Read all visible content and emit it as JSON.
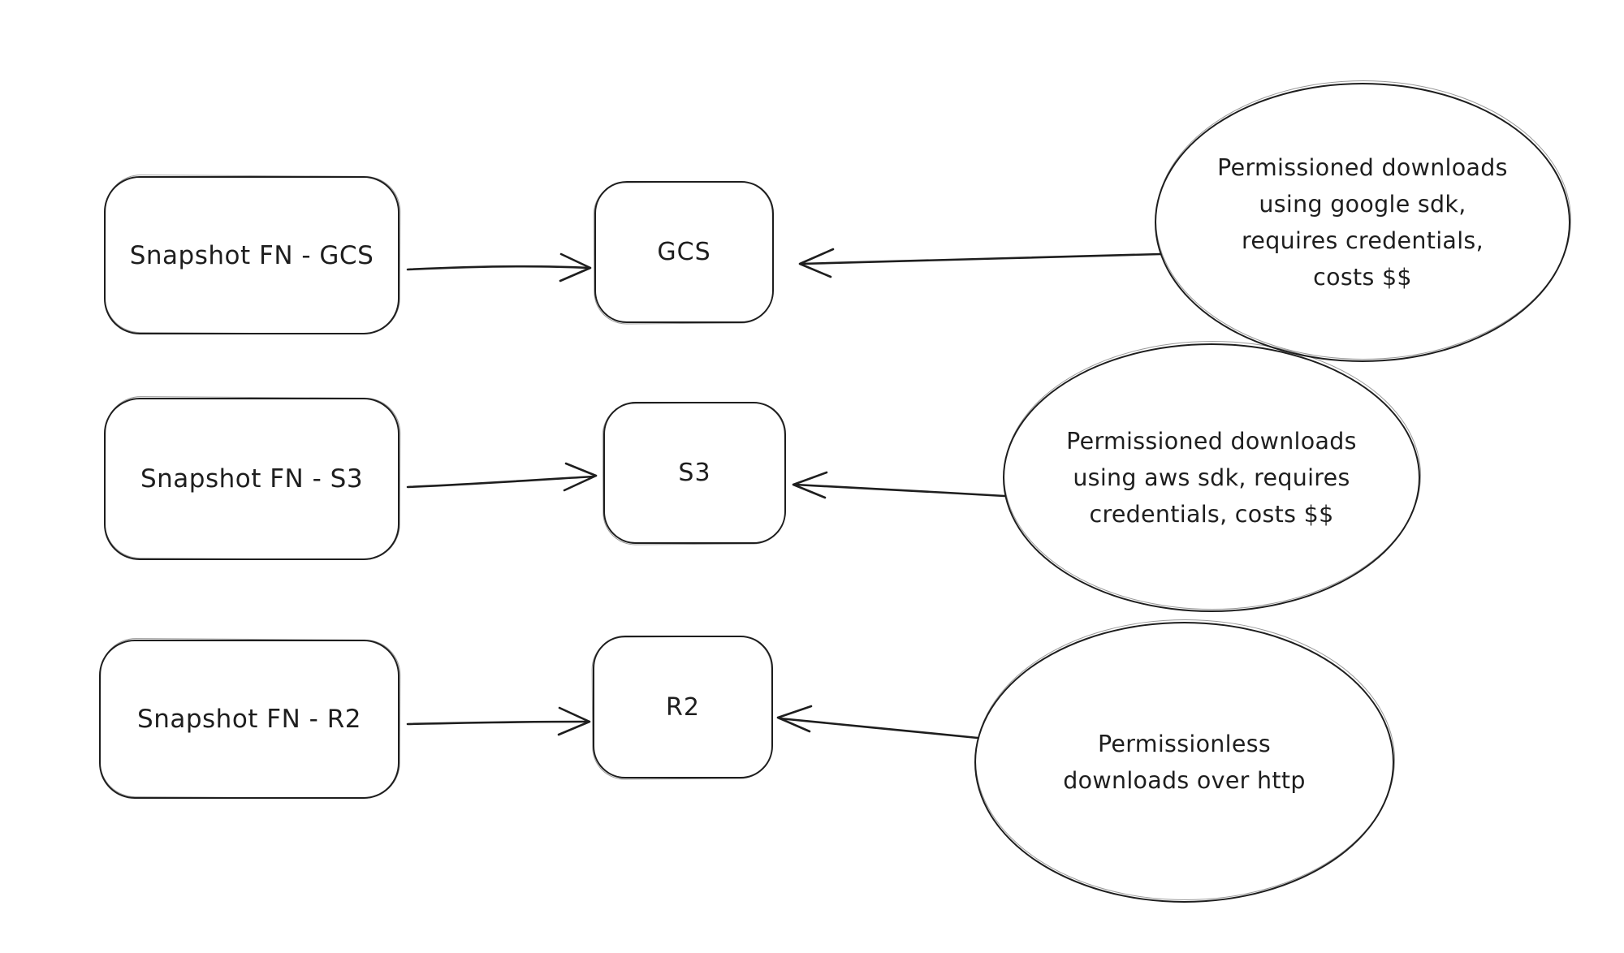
{
  "diagram": {
    "background_color": "#ffffff",
    "stroke_color": "#1e1e1e",
    "rows": [
      {
        "source": "Snapshot FN - GCS",
        "target": "GCS",
        "note": "Permissioned downloads\nusing google sdk,\nrequires credentials,\ncosts $$"
      },
      {
        "source": "Snapshot FN - S3",
        "target": "S3",
        "note": "Permissioned downloads\nusing aws sdk, requires\ncredentials, costs $$"
      },
      {
        "source": "Snapshot FN - R2",
        "target": "R2",
        "note": "Permissionless\ndownloads over http"
      }
    ]
  }
}
